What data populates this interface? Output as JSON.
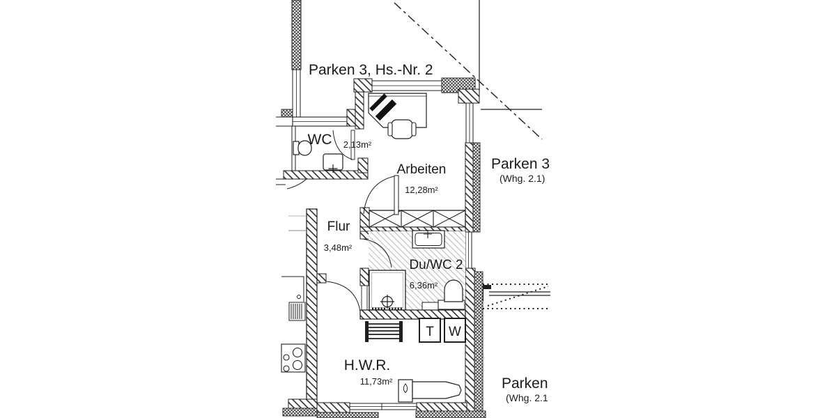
{
  "drawing": {
    "top_label": "Parken 3, Hs.-Nr. 2",
    "areas": {
      "right": {
        "label": "Parken 3",
        "sublabel": "(Whg. 2.1)"
      },
      "bottom_right": {
        "label": "Parken",
        "sublabel": "(Whg. 2.1"
      }
    },
    "rooms": {
      "wc": {
        "name": "WC",
        "area": "2,13m²"
      },
      "arbeiten": {
        "name": "Arbeiten",
        "area": "12,28m²"
      },
      "flur": {
        "name": "Flur",
        "area": "3,48m²"
      },
      "duwc2": {
        "name": "Du/WC 2",
        "area": "6,36m²"
      },
      "hwr": {
        "name": "H.W.R.",
        "area": "11,73m²"
      }
    },
    "appliances": {
      "dryer_label": "T",
      "washer_label": "W"
    },
    "colors": {
      "line": "#1a1a1a",
      "floor_hatch": "#9b9b9b",
      "background": "#ffffff"
    }
  }
}
